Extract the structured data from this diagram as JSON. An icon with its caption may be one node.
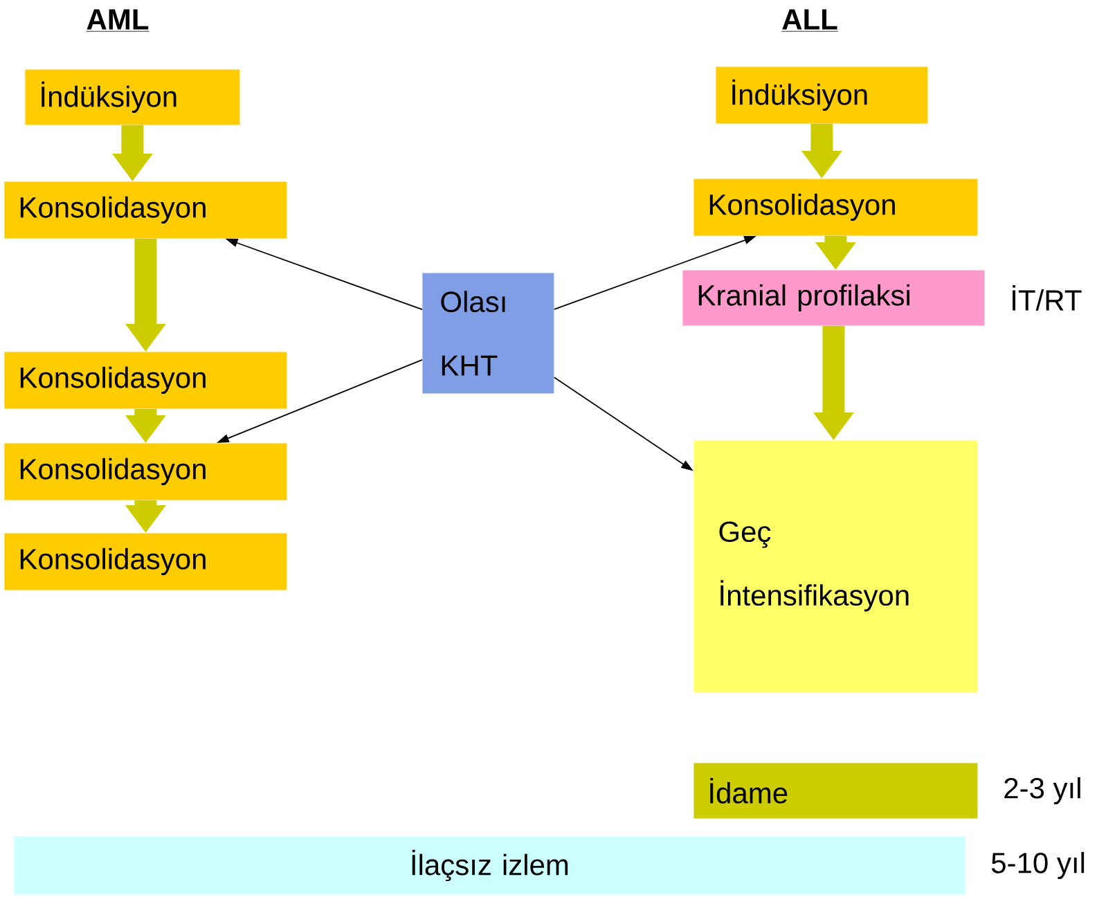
{
  "diagram": {
    "nodes": [
      {
        "text": [
          "İndüksiyon"
        ]
      },
      {
        "text": [
          "Konsolidasyon"
        ]
      },
      {
        "text": [
          "Konsolidasyon"
        ]
      },
      {
        "text": [
          "Konsolidasyon"
        ]
      },
      {
        "text": [
          "Konsolidasyon"
        ]
      },
      {
        "text": [
          "Olası KHT"
        ]
      },
      {
        "text": [
          "İndüksiyon"
        ]
      },
      {
        "text": [
          "Konsolidasyon"
        ]
      },
      {
        "text": [
          "Kranial profilaksi"
        ],
        "beside": [
          "İT/RT"
        ]
      },
      {
        "text": [
          "Geç İntensifikasyon"
        ]
      },
      {
        "text": [
          "İdame"
        ],
        "beside": [
          "2-3 yıl"
        ]
      },
      {
        "text": [
          "İlaçsız izlem"
        ],
        "beside": [
          "5-10 yıl"
        ]
      }
    ],
    "edges": [
      {
        "from": 0,
        "to": 1,
        "arrow": "to"
      },
      {
        "from": 1,
        "to": 2,
        "arrow": "to"
      },
      {
        "from": 2,
        "to": 3,
        "arrow": "to"
      },
      {
        "from": 3,
        "to": 4,
        "arrow": "to"
      },
      {
        "from": 5,
        "to": 1,
        "arrow": "to",
        "color": "#000000"
      },
      {
        "from": 5,
        "to": 3,
        "arrow": "to",
        "color": "#000000"
      },
      {
        "from": 6,
        "to": 7,
        "arrow": "to"
      },
      {
        "from": 7,
        "to": 8,
        "arrow": "to"
      },
      {
        "from": 5,
        "to": 7,
        "arrow": "to",
        "color": "#000000"
      },
      {
        "from": 5,
        "to": 9,
        "arrow": "to",
        "color": "#000000"
      },
      {
        "from": 8,
        "to": 9,
        "arrow": "to"
      }
    ],
    "labels": [
      "AML",
      "ALL"
    ]
  }
}
